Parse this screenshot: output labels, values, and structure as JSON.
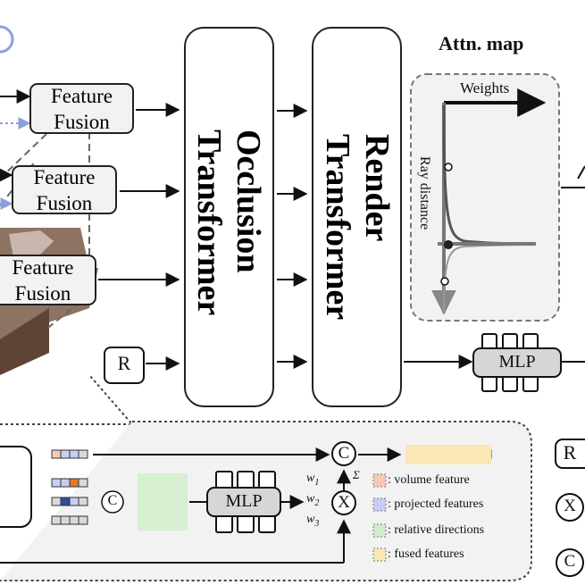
{
  "feature_fusion_label_line1": "Feature",
  "feature_fusion_label_line2": "Fusion",
  "occlusion_transformer": [
    "Occlusion",
    "Transformer"
  ],
  "render_transformer": [
    "Render",
    "Transformer"
  ],
  "attn_map": {
    "title": "Attn. map",
    "x_axis_label": "Weights",
    "y_axis_label": "Ray distance"
  },
  "r_symbol": "R",
  "mlp_label": "MLP",
  "weights": [
    "w1",
    "w2",
    "w3"
  ],
  "sigma_symbol": "Σ",
  "concat_symbol": "C",
  "multiply_symbol": "X",
  "legend": [
    {
      "label": ": volume feature",
      "color": "#f7c9b3"
    },
    {
      "label": ": projected features",
      "color": "#c7cdf3"
    },
    {
      "label": ": relative directions",
      "color": "#cfeccc"
    },
    {
      "label": ": fused features",
      "color": "#fbe7b5"
    }
  ],
  "colors": {
    "panel_bg": "#f2f2f2",
    "box_fill": "#f2f2f2",
    "mlp_fill": "#d6d6d6",
    "arrow": "#111111",
    "grid_line": "#cccccc",
    "orange": "#e07a2e",
    "blue": "#8a9ad6",
    "dark_blue": "#2e4f9e",
    "green_bg": "#d5efd0",
    "yellow_bg": "#fbe7b5",
    "pink": "#f3b59a"
  }
}
